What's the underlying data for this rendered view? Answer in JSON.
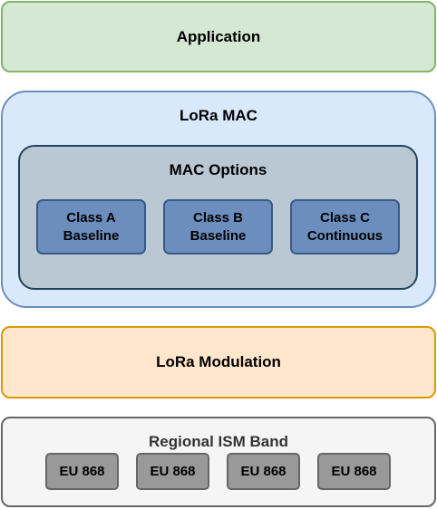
{
  "application": {
    "label": "Application"
  },
  "lora_mac": {
    "label": "LoRa MAC",
    "mac_options": {
      "label": "MAC Options",
      "classes": [
        {
          "line1": "Class A",
          "line2": "Baseline"
        },
        {
          "line1": "Class B",
          "line2": "Baseline"
        },
        {
          "line1": "Class C",
          "line2": "Continuous"
        }
      ]
    }
  },
  "lora_modulation": {
    "label": "LoRa Modulation"
  },
  "regional_ism_band": {
    "label": "Regional ISM Band",
    "bands": [
      "EU 868",
      "EU 868",
      "EU 868",
      "EU 868"
    ]
  },
  "colors": {
    "application_fill": "#d5e8d4",
    "application_stroke": "#82b366",
    "mac_fill": "#dae8fc",
    "mac_stroke": "#6c8ebf",
    "options_fill": "#bac8d3",
    "options_stroke": "#23445d",
    "class_fill": "#6c8ebf",
    "modulation_fill": "#ffe6cc",
    "modulation_stroke": "#d79b00",
    "ism_fill": "#f5f5f5",
    "ism_stroke": "#666666",
    "band_fill": "#999999"
  }
}
